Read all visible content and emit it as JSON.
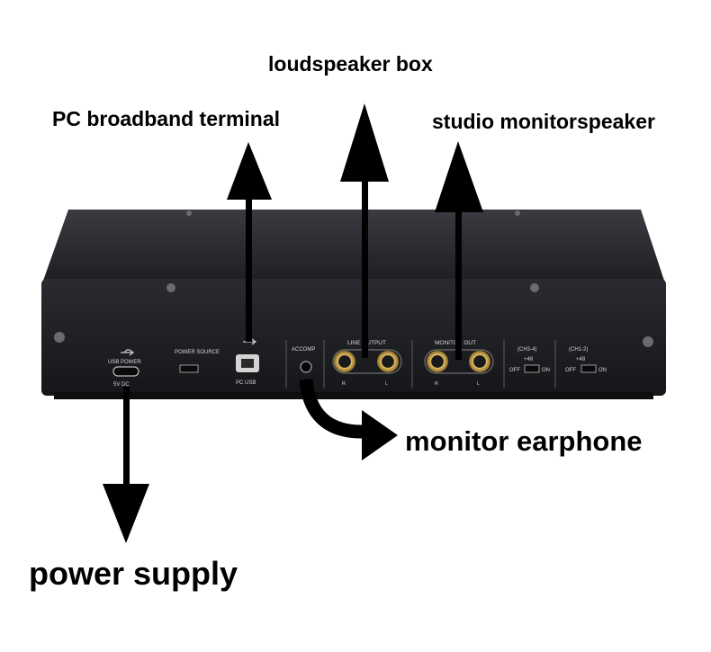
{
  "labels": {
    "loudspeaker_box": "loudspeaker box",
    "pc_broadband_terminal": "PC broadband terminal",
    "studio_monitorspeaker": "studio monitorspeaker",
    "monitor_earphone": "monitor earphone",
    "power_supply": "power supply"
  },
  "panel": {
    "usb_power": "USB POWER",
    "dc_5v": "5V DC",
    "power_source": "POWER SOURCE",
    "pc_usb": "PC USB",
    "accomp": "ACCOMP",
    "line_output": "LINE OUTPUT",
    "monitor_out": "MONITOR OUT",
    "ch34": "(CH3-4)",
    "ch12": "(CH1-2)",
    "p48_a": "+48",
    "p48_b": "+48",
    "off_a": "OFF",
    "on_a": "ON",
    "off_b": "OFF",
    "on_b": "ON",
    "jack_r1": "R",
    "jack_l1": "L",
    "jack_r2": "R",
    "jack_l2": "L"
  },
  "colors": {
    "device_body": "#1c1d20",
    "device_top": "#2a2b2f",
    "gold": "#c9a24a",
    "arrow": "#000000"
  }
}
